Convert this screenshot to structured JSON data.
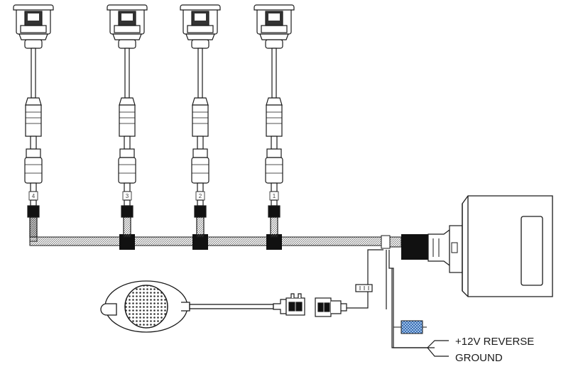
{
  "sensors": [
    {
      "number": "4"
    },
    {
      "number": "3"
    },
    {
      "number": "2"
    },
    {
      "number": "1"
    }
  ],
  "labels": {
    "reverse": "+12V REVERSE",
    "ground": "GROUND"
  },
  "colors": {
    "line": "#1a1a1a",
    "fill": "#ffffff",
    "blue_connector": "#4a7fc1"
  },
  "icons": {
    "sensor": "parking-sensor-icon",
    "control_unit": "control-unit-box-icon",
    "buzzer": "speaker-buzzer-icon"
  }
}
